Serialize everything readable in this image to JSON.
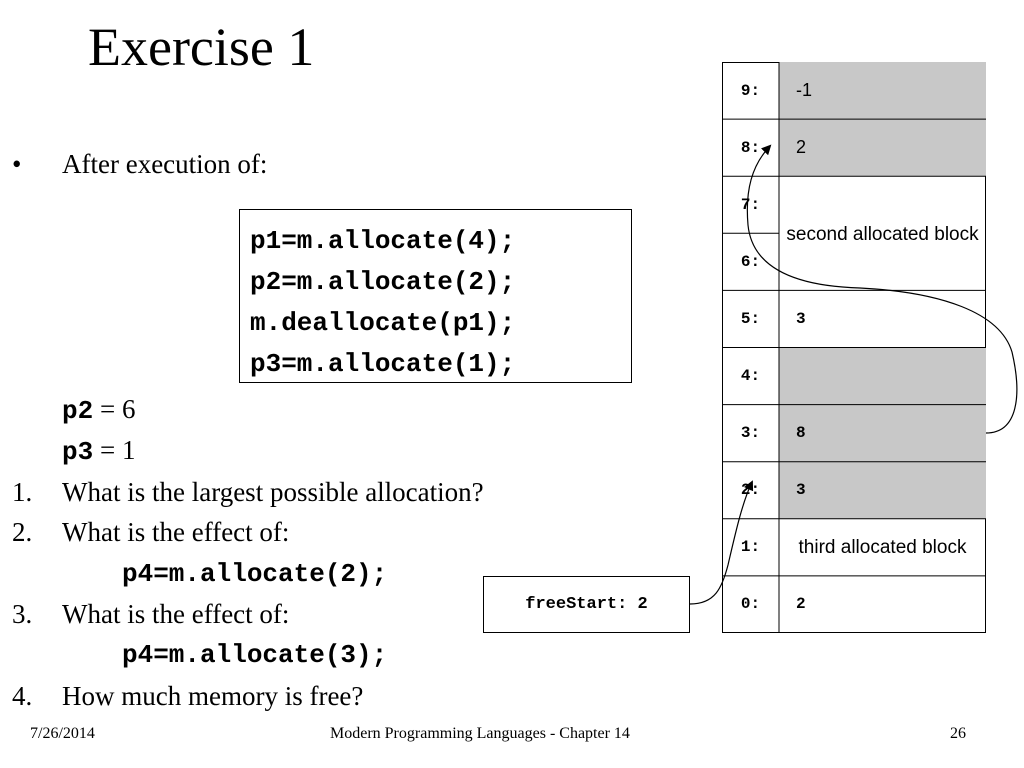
{
  "slide": {
    "title": "Exercise 1",
    "bullet": "•",
    "after_execution": "After execution of:",
    "code_lines": [
      "p1=m.allocate(4);",
      "p2=m.allocate(2);",
      "m.deallocate(p1);",
      "p3=m.allocate(1);"
    ],
    "results": [
      {
        "var": "p2",
        "rest": " = 6"
      },
      {
        "var": "p3",
        "rest": " = 1"
      }
    ],
    "questions": [
      {
        "num": "1.",
        "text": "What is the largest possible allocation?"
      },
      {
        "num": "2.",
        "text": "What is the effect of:",
        "code": "p4=m.allocate(2);"
      },
      {
        "num": "3.",
        "text": "What is the effect of:",
        "code": "p4=m.allocate(3);"
      },
      {
        "num": "4.",
        "text": "How much memory is free?"
      }
    ],
    "free_start": "freeStart: 2"
  },
  "memory": [
    {
      "index": "9:",
      "value": "-1",
      "shaded": true
    },
    {
      "index": "8:",
      "value": "2",
      "shaded": true
    },
    {
      "index": "7:",
      "value": "",
      "shaded": false
    },
    {
      "index": "6:",
      "value": "",
      "shaded": false
    },
    {
      "index": "5:",
      "value": "3",
      "shaded": false
    },
    {
      "index": "4:",
      "value": "",
      "shaded": true
    },
    {
      "index": "3:",
      "value": "8",
      "shaded": true
    },
    {
      "index": "2:",
      "value": "3",
      "shaded": true
    },
    {
      "index": "1:",
      "value": "",
      "shaded": false
    },
    {
      "index": "0:",
      "value": "2",
      "shaded": false
    }
  ],
  "labels": {
    "second_block": "second allocated block",
    "third_block": "third allocated block"
  },
  "footer": {
    "date": "7/26/2014",
    "course": "Modern Programming Languages - Chapter 14",
    "page": "26"
  },
  "colors": {
    "shade": "#c8c8c8",
    "line": "#000000"
  }
}
